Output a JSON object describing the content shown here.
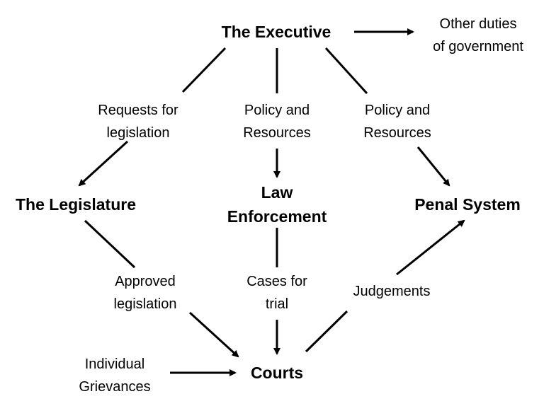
{
  "nodes": {
    "executive": "The Executive",
    "legislature": "The Legislature",
    "law_enforcement": [
      "Law",
      "Enforcement"
    ],
    "penal_system": "Penal System",
    "courts": "Courts"
  },
  "labels": {
    "other_duties": [
      "Other duties",
      "of government"
    ],
    "requests": [
      "Requests for",
      "legislation"
    ],
    "policy_center": [
      "Policy and",
      "Resources"
    ],
    "policy_right": [
      "Policy and",
      "Resources"
    ],
    "approved": [
      "Approved",
      "legislation"
    ],
    "cases": [
      "Cases for",
      "trial"
    ],
    "judgements": "Judgements",
    "grievances": [
      "Individual",
      "Grievances"
    ]
  },
  "colors": {
    "line": "#000000",
    "text": "#000000",
    "background": "#ffffff"
  }
}
